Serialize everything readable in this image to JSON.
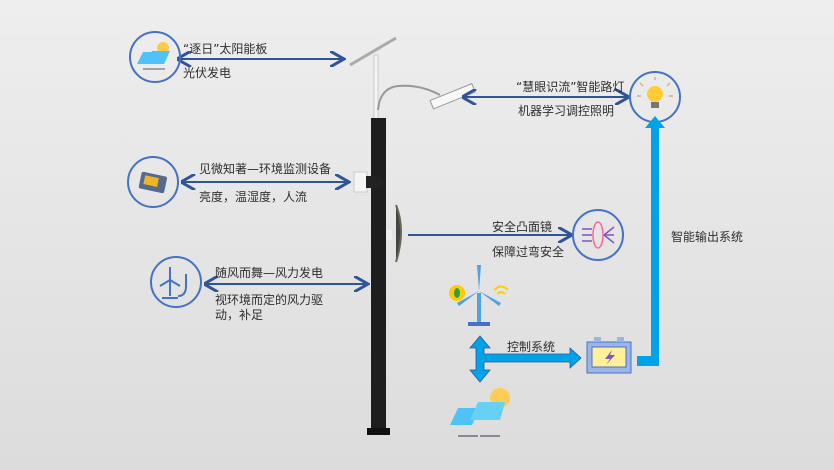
{
  "solar": {
    "title": "“逐日”太阳能板",
    "desc": "光伏发电"
  },
  "lamp": {
    "title": "“慧眼识流”智能路灯",
    "desc": "机器学习调控照明"
  },
  "sensor": {
    "title": "见微知著—环境监测设备",
    "desc": "亮度，温湿度，人流"
  },
  "mirror": {
    "title": "安全凸面镜",
    "desc": "保障过弯安全"
  },
  "wind": {
    "title": "随风而舞—风力发电",
    "desc_line1": "视环境而定的风力驱",
    "desc_line2": "动，补足"
  },
  "control": {
    "label": "控制系统"
  },
  "output": {
    "label": "智能输出系统"
  },
  "colors": {
    "circle": "#4472c4",
    "arrow": "#2f5597",
    "flow": "#00a2e8"
  }
}
